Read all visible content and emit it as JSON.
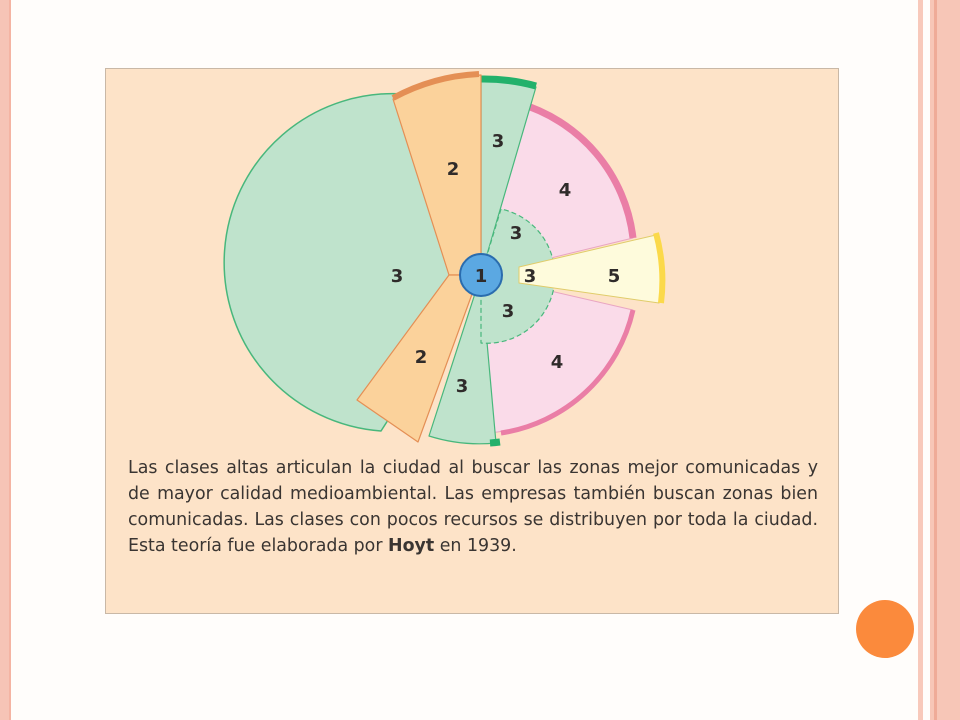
{
  "diagram": {
    "zones": {
      "center": "1",
      "low_class_west": "3",
      "high_class_north": "2",
      "high_class_south": "2",
      "low_class_north": "3",
      "low_class_south": "3",
      "inner_ring_upper": "3",
      "inner_ring_east": "3",
      "inner_ring_lower": "3",
      "middle_class_north": "4",
      "middle_class_south": "4",
      "industry_east": "5"
    },
    "colors": {
      "green": "#bfe3cc",
      "green_border": "#23b16b",
      "orange": "#fbd29b",
      "orange_border": "#e48f55",
      "pink": "#fadbe9",
      "pink_border": "#ea7ea6",
      "yellow": "#fefbdc",
      "yellow_border": "#fbd94a",
      "blue": "#5ba8e2"
    }
  },
  "caption": {
    "part1": "Las clases altas articulan la ciudad al buscar las zonas mejor comunicadas y de mayor calidad medioambiental. Las empresas también buscan zonas bien comunicadas. Las clases con pocos recursos se distribuyen por toda la ciudad. Esta teoría fue elaborada por ",
    "author": "Hoyt",
    "part2": " en 1939."
  }
}
